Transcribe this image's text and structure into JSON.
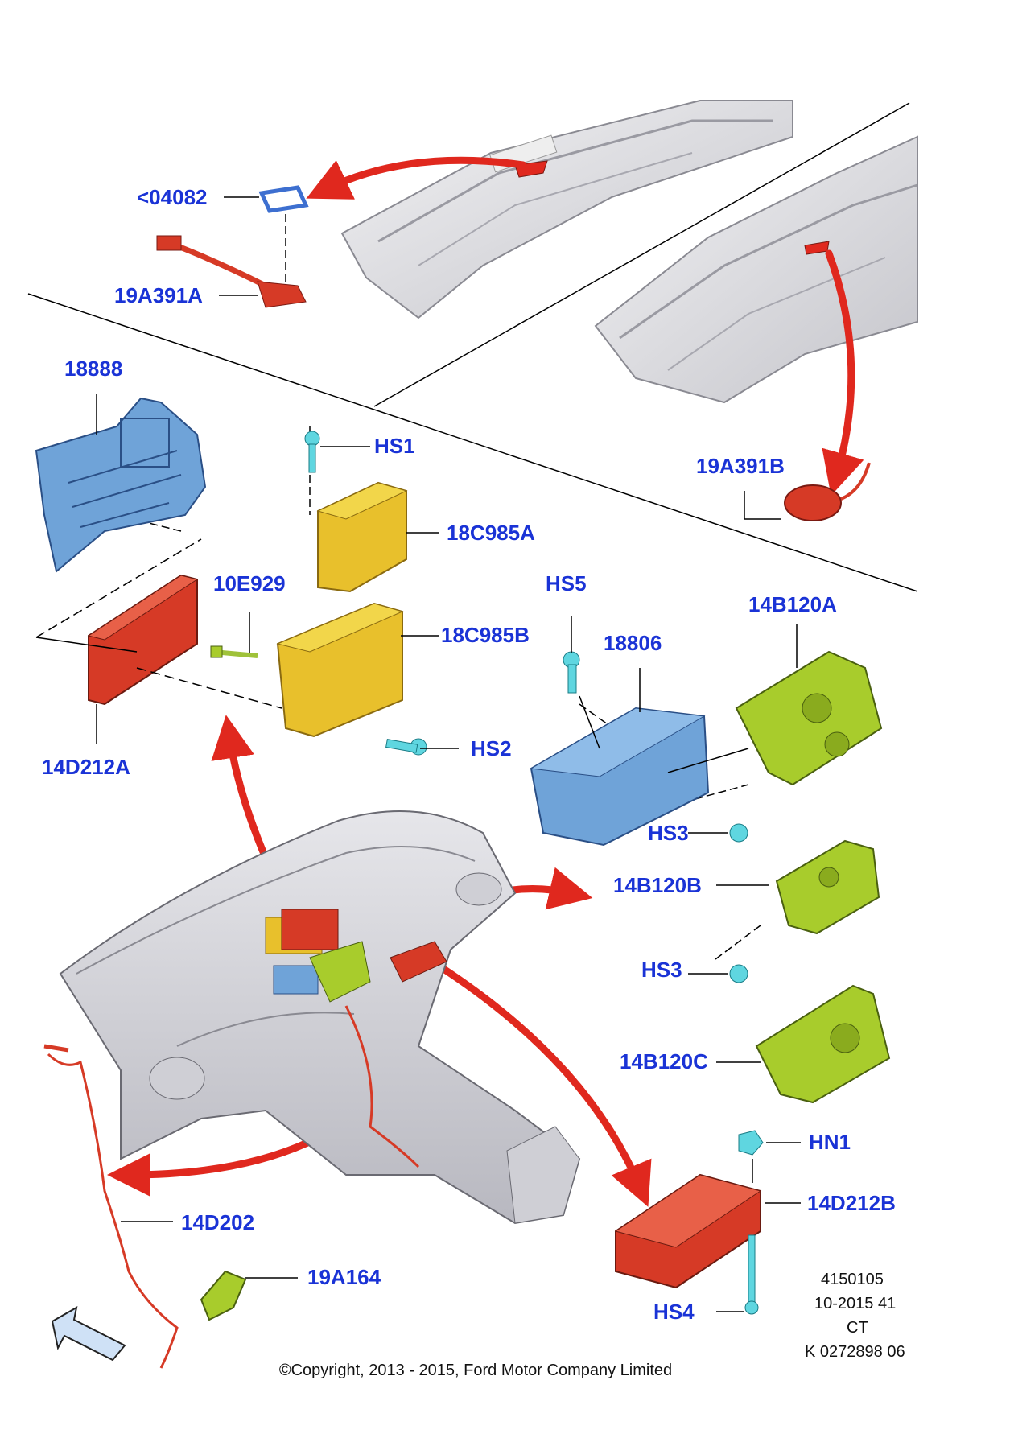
{
  "labels": {
    "part_04082": "<04082",
    "part_19A391A": "19A391A",
    "part_18888": "18888",
    "part_HS1": "HS1",
    "part_18C985A": "18C985A",
    "part_10E929": "10E929",
    "part_18C985B": "18C985B",
    "part_14D212A": "14D212A",
    "part_HS2": "HS2",
    "part_HS5": "HS5",
    "part_18806": "18806",
    "part_14B120A": "14B120A",
    "part_19A391B": "19A391B",
    "part_HS3_a": "HS3",
    "part_14B120B": "14B120B",
    "part_HS3_b": "HS3",
    "part_14B120C": "14B120C",
    "part_HN1": "HN1",
    "part_14D212B": "14D212B",
    "part_14D202": "14D202",
    "part_19A164": "19A164",
    "part_HS4": "HS4"
  },
  "info": {
    "line1": "4150105",
    "line2": "10-2015 41",
    "line3": "CT",
    "line4": "K 0272898 06"
  },
  "copyright": "©Copyright, 2013 - 2015, Ford Motor Company Limited",
  "colors": {
    "label_blue": "#1a33d6",
    "arrow_red": "#e0281e",
    "part_red": "#d63a26",
    "part_yellow": "#e8c02c",
    "part_green": "#a8cc2c",
    "part_blue": "#6fa3d8",
    "fastener_cyan": "#5fd6e0",
    "trim_grey": "#d8d8dc"
  }
}
